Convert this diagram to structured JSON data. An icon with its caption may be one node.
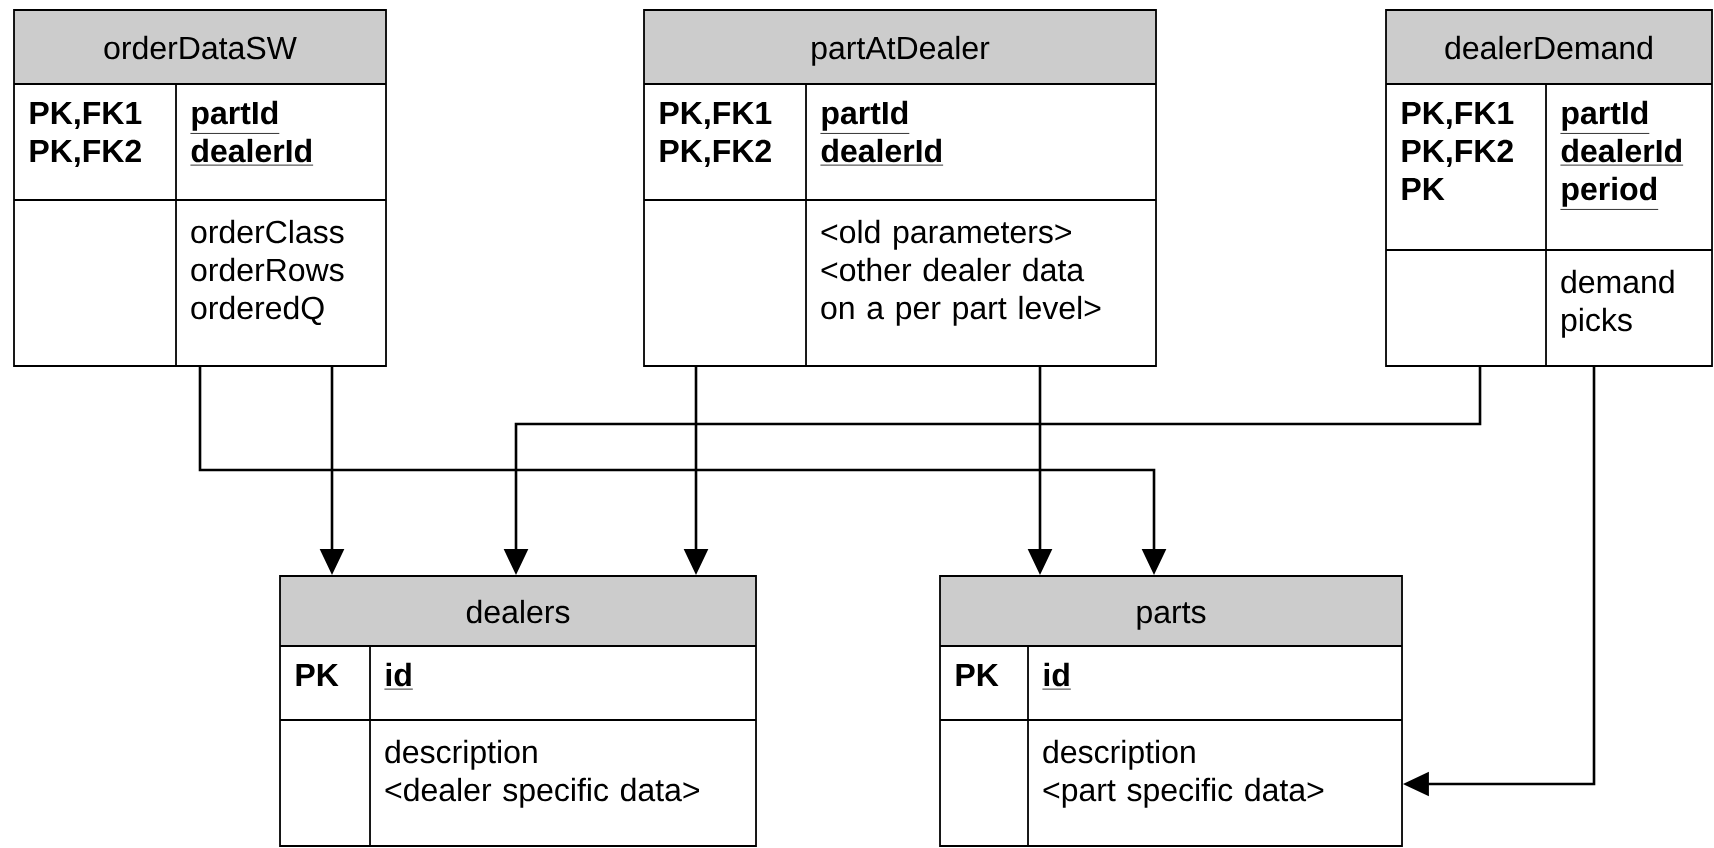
{
  "diagram": {
    "nodes": [
      {
        "text": [
          "orderDataSW",
          "PK,FK1",
          "PK,FK2",
          "partId",
          "dealerId",
          "orderClass",
          "orderRows",
          "orderedQ"
        ]
      },
      {
        "text": [
          "partAtDealer",
          "PK,FK1",
          "PK,FK2",
          "partId",
          "dealerId",
          "<old parameters>",
          "<other dealer data on a per part level>"
        ]
      },
      {
        "text": [
          "dealerDemand",
          "PK,FK1",
          "PK,FK2",
          "PK",
          "partId",
          "dealerId",
          "period",
          "demand",
          "picks"
        ]
      },
      {
        "text": [
          "dealers",
          "PK",
          "id",
          "description",
          "<dealer specific data>"
        ]
      },
      {
        "text": [
          "parts",
          "PK",
          "id",
          "description",
          "<part specific data>"
        ]
      }
    ],
    "edges": [
      {
        "from": 0,
        "to": 4,
        "arrow": "to"
      },
      {
        "from": 0,
        "to": 3,
        "arrow": "to"
      },
      {
        "from": 1,
        "to": 3,
        "arrow": "to"
      },
      {
        "from": 1,
        "to": 4,
        "arrow": "to"
      },
      {
        "from": 2,
        "to": 3,
        "arrow": "to"
      },
      {
        "from": 2,
        "to": 4,
        "arrow": "to"
      }
    ]
  }
}
